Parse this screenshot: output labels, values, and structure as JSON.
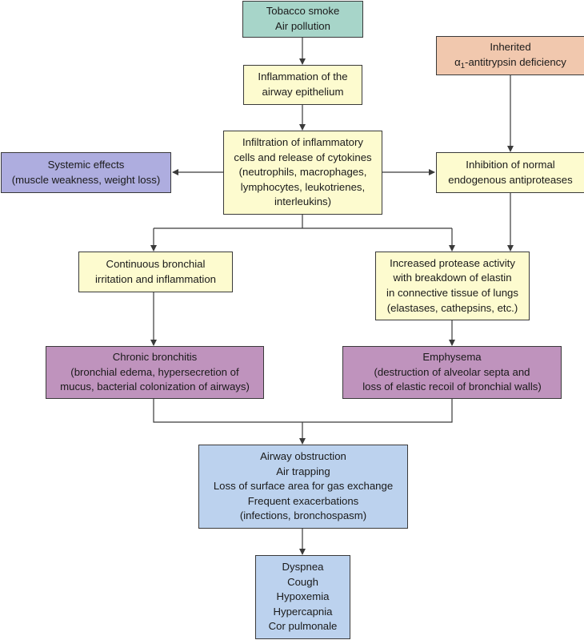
{
  "colors": {
    "causes": "#a7d5c9",
    "inherited": "#f1c8ae",
    "process": "#fdfbcf",
    "systemic": "#aeaddf",
    "disease": "#bf93bd",
    "outcome": "#bcd2ee",
    "line": "#3a3a3a"
  },
  "nodes": {
    "causes": [
      "Tobacco smoke",
      "Air pollution"
    ],
    "inherited": {
      "line1": "Inherited",
      "alpha": "α",
      "alpha_sub": "1",
      "line2_rest": "-antitrypsin deficiency"
    },
    "inflammation": [
      "Inflammation of the",
      "airway epithelium"
    ],
    "infiltration": [
      "Infiltration of inflammatory",
      "cells and release of cytokines",
      "(neutrophils, macrophages,",
      "lymphocytes, leukotrienes,",
      "interleukins)"
    ],
    "systemic": [
      "Systemic effects",
      "(muscle weakness, weight loss)"
    ],
    "inhibition": [
      "Inhibition of normal",
      "endogenous antiproteases"
    ],
    "bronchial_irritation": [
      "Continuous bronchial",
      "irritation and inflammation"
    ],
    "protease": [
      "Increased protease activity",
      "with breakdown of elastin",
      "in connective tissue of lungs",
      "(elastases, cathepsins, etc.)"
    ],
    "bronchitis": [
      "Chronic bronchitis",
      "(bronchial edema, hypersecretion of",
      "mucus, bacterial colonization of airways)"
    ],
    "emphysema": [
      "Emphysema",
      "(destruction of alveolar septa and",
      "loss of elastic recoil of bronchial walls)"
    ],
    "obstruction": [
      "Airway obstruction",
      "Air trapping",
      "Loss of surface area for gas exchange",
      "Frequent exacerbations",
      "(infections, bronchospasm)"
    ],
    "symptoms": [
      "Dyspnea",
      "Cough",
      "Hypoxemia",
      "Hypercapnia",
      "Cor pulmonale"
    ]
  }
}
